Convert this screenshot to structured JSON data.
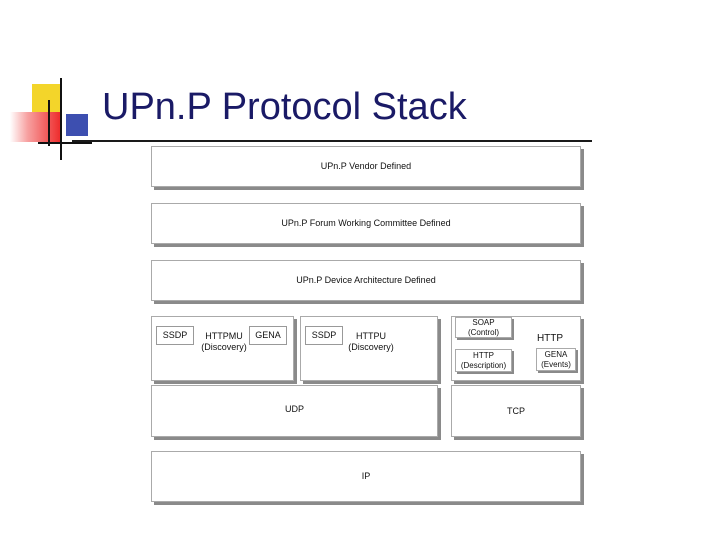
{
  "title": "UPn.P Protocol Stack",
  "layers": {
    "vendor": "UPn.P Vendor Defined",
    "forum": "UPn.P Forum Working Committee Defined",
    "device_arch": "UPn.P Device Architecture Defined",
    "udp": "UDP",
    "tcp": "TCP",
    "ip": "IP"
  },
  "httpmu_block": {
    "ssdp": "SSDP",
    "name": "HTTPMU",
    "sub": "(Discovery)",
    "gena": "GENA"
  },
  "httpu_block": {
    "ssdp": "SSDP",
    "name": "HTTPU",
    "sub": "(Discovery)"
  },
  "http_block": {
    "soap": "SOAP",
    "soap_sub": "(Control)",
    "http_desc": "HTTP",
    "http_desc_sub": "(Description)",
    "http": "HTTP",
    "gena": "GENA",
    "gena_sub": "(Events)"
  }
}
